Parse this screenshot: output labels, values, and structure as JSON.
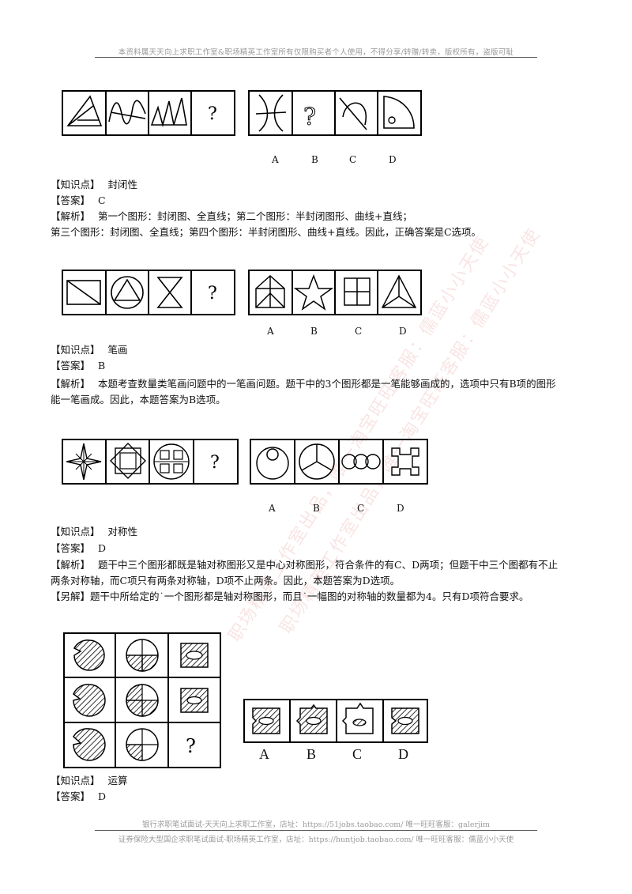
{
  "header": {
    "text": "本资料属天天向上求职工作室&职场精英工作室所有仅限购买者个人使用，不得分享/转赠/转卖，版权所有，盗版可耻"
  },
  "questions": [
    {
      "option_letters": [
        "A",
        "B",
        "C",
        "D"
      ],
      "knowledge_label": "【知识点】",
      "knowledge": "封闭性",
      "answer_label": "【答案】",
      "answer": "C",
      "analysis_label": "【解析】",
      "analysis_lines": [
        "第一个图形：封闭图、全直线；第二个图形：半封闭图形、曲线+直线；",
        "第三个图形：封闭图、全直线；第四个图形：半封闭图形、曲线+直线。因此，正确答案是C选项。"
      ]
    },
    {
      "option_letters": [
        "A",
        "B",
        "C",
        "D"
      ],
      "knowledge_label": "【知识点】",
      "knowledge": "笔画",
      "answer_label": "【答案】",
      "answer": "B",
      "analysis_label": "【解析】",
      "analysis_lines": [
        "本题考查数量类笔画问题中的一笔画问题。题干中的3个图形都是一笔能够画成的，选项中只有B项的图形",
        "能一笔画成。因此，本题答案为B选项。"
      ]
    },
    {
      "option_letters": [
        "A",
        "B",
        "C",
        "D"
      ],
      "knowledge_label": "【知识点】",
      "knowledge": "对称性",
      "answer_label": "【答案】",
      "answer": "D",
      "analysis_label": "【解析】",
      "analysis_lines": [
        "题干中三个图形都既是轴对称图形又是中心对称图形，符合条件的有C、D两项；但题干中三个图都有不止",
        "两条对称轴，而C项只有两条对称轴，D项不止两条。因此，本题答案为D选项。"
      ],
      "alt_label": "【另解】",
      "alt_text": "题干中所给定的˙一个图形都是轴对称图形，而且˙一幅图的对称轴的数量都为4。只有D项符合要求。"
    },
    {
      "question_mark": "?",
      "option_letters": [
        "A",
        "B",
        "C",
        "D"
      ],
      "knowledge_label": "【知识点】",
      "knowledge": "运算",
      "answer_label": "【答案】",
      "answer": "D"
    }
  ],
  "question_mark": "?",
  "watermarks": [
    "职场精英工作室出品，唯一淘宝旺旺客服：儒蓝小小天使",
    "职场精英工作室出品，唯一淘宝旺旺客服：儒蓝小小天使"
  ],
  "footer": {
    "line1": "银行求职笔试面试-天天向上求职工作室，店址：https://51jobs.taobao.com/ 唯一旺旺客服：galerjim",
    "line2": "证券保险大型国企求职笔试面试-职场精英工作室，店址：https://huntjob.taobao.com/ 唯一旺旺客服：儒蓝小小天使"
  }
}
